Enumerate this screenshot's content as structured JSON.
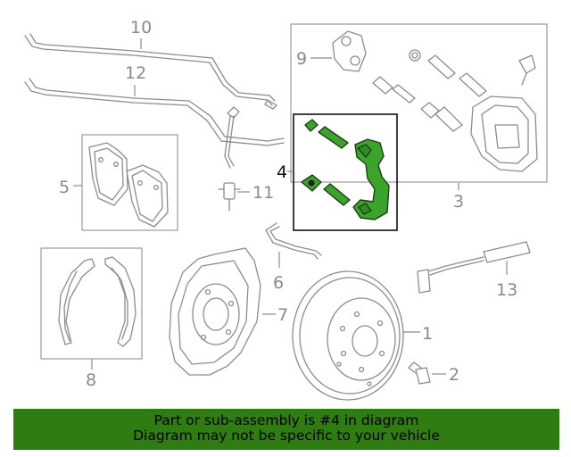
{
  "callouts": {
    "c1": "1",
    "c2": "2",
    "c3": "3",
    "c4": "4",
    "c5": "5",
    "c6": "6",
    "c7": "7",
    "c8": "8",
    "c9": "9",
    "c10": "10",
    "c11": "11",
    "c12": "12",
    "c13": "13"
  },
  "highlight": {
    "part_number": "4",
    "color": "#3aa52a"
  },
  "banner": {
    "line1": "Part or sub-assembly is #4 in diagram",
    "line2": "Diagram may not be specific to your vehicle",
    "background": "#2f7d12"
  }
}
